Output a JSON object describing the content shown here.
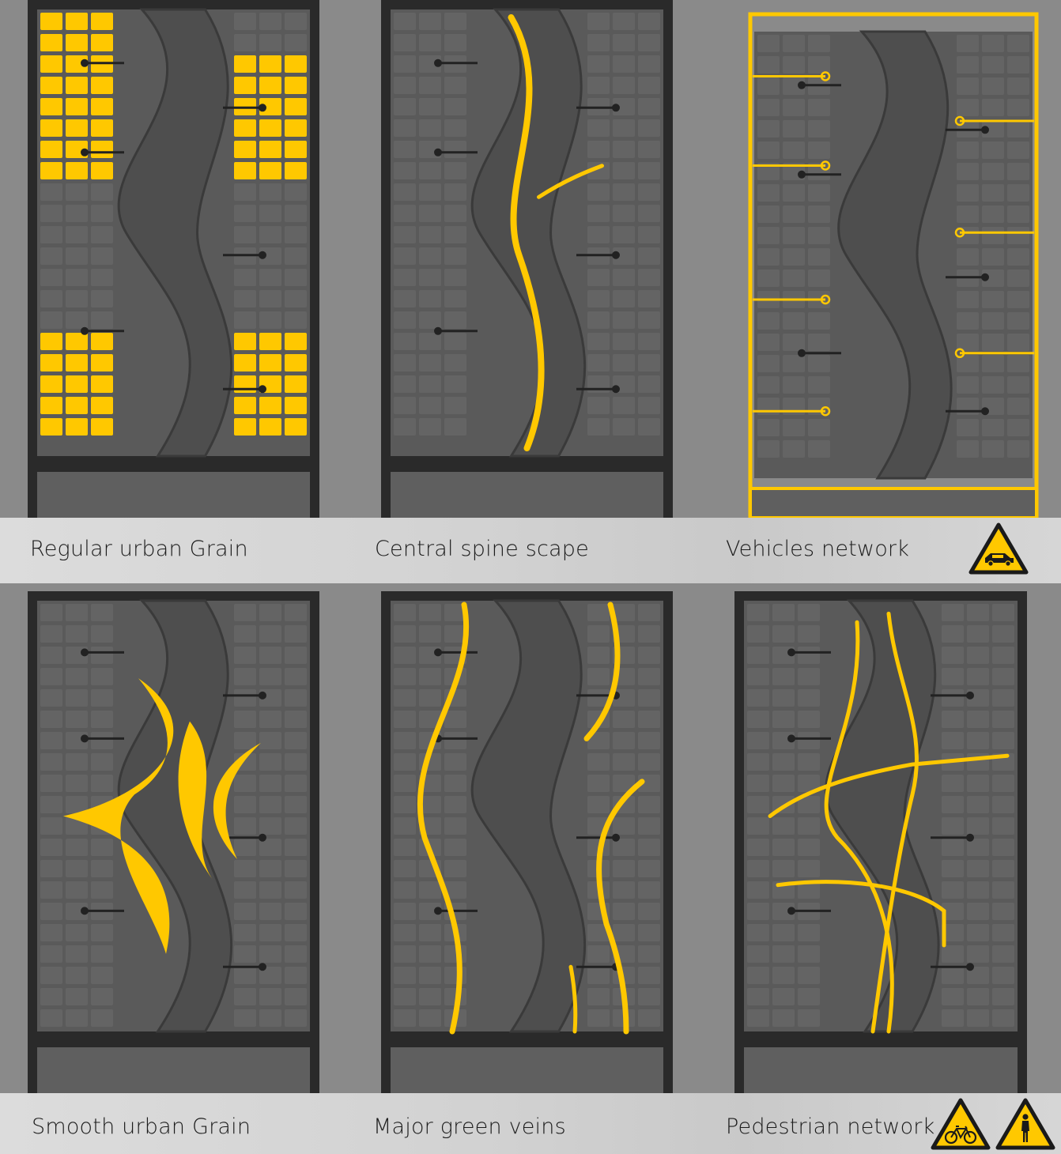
{
  "panels": [
    {
      "id": "regular-urban-grain",
      "label": "Regular urban Grain",
      "highlight": "blocks-regular"
    },
    {
      "id": "central-spine-scape",
      "label": "Central spine scape",
      "highlight": "spine"
    },
    {
      "id": "vehicles-network",
      "label": "Vehicles network",
      "highlight": "roads",
      "sign_icons": [
        "car-icon"
      ]
    },
    {
      "id": "smooth-urban-grain",
      "label": "Smooth urban Grain",
      "highlight": "blocks-smooth"
    },
    {
      "id": "major-green-veins",
      "label": "Major green veins",
      "highlight": "veins"
    },
    {
      "id": "pedestrian-network",
      "label": "Pedestrian network",
      "highlight": "paths",
      "sign_icons": [
        "bicycle-icon",
        "pedestrian-icon"
      ]
    }
  ],
  "colors": {
    "highlight": "#ffc800",
    "plan": "#5a5a5a",
    "block": "#646464",
    "road": "#2a2a2a",
    "background": "#8a8a8a",
    "label_bar": "#d4d4d4",
    "sign_border": "#1a1a1a"
  }
}
